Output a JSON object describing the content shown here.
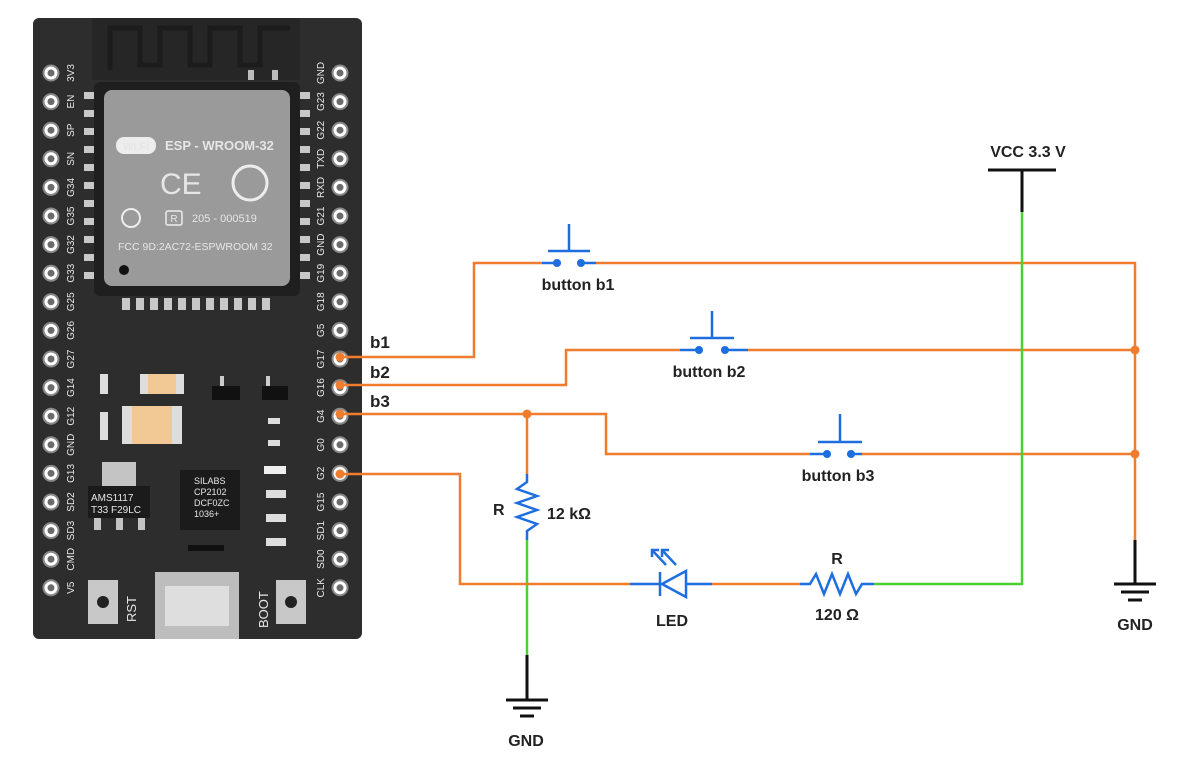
{
  "board": {
    "module": {
      "title": "ESP - WROOM-32",
      "wifi": "Wi Fi",
      "ce": "CE",
      "r": "R",
      "r_code": "205 - 000519",
      "fcc": "FCC 9D:2AC72-ESPWROOM 32"
    },
    "regulator": {
      "line1": "AMS1117",
      "line2": "T33 F29LC"
    },
    "usb_chip": {
      "line1": "SILABS",
      "line2": "CP2102",
      "line3": "DCF0ZC",
      "line4": "1036+"
    },
    "rst_label": "RST",
    "boot_label": "BOOT",
    "left_pins": [
      "3V3",
      "EN",
      "SP",
      "SN",
      "G34",
      "G35",
      "G32",
      "G33",
      "G25",
      "G26",
      "G27",
      "G14",
      "G12",
      "GND",
      "G13",
      "SD2",
      "SD3",
      "CMD",
      "V5"
    ],
    "right_pins": [
      "GND",
      "G23",
      "G22",
      "TXD",
      "RXD",
      "G21",
      "GND",
      "G19",
      "G18",
      "G5",
      "G17",
      "G16",
      "G4",
      "G0",
      "G2",
      "G15",
      "SD1",
      "SD0",
      "CLK"
    ]
  },
  "schematic": {
    "vcc_label": "VCC 3.3 V",
    "gnd_right": "GND",
    "gnd_bottom": "GND",
    "net_b1": "b1",
    "net_b2": "b2",
    "net_b3": "b3",
    "button_b1": "button b1",
    "button_b2": "button b2",
    "button_b3": "button b3",
    "r1_name": "R",
    "r1_value": "12 kΩ",
    "r2_name": "R",
    "r2_value": "120 Ω",
    "led_label": "LED"
  },
  "colors": {
    "board": "#2d2d2d",
    "wire_orange": "#f07d2e",
    "wire_green": "#4cd134",
    "component_blue": "#1e6ee0",
    "ground_black": "#111111"
  }
}
